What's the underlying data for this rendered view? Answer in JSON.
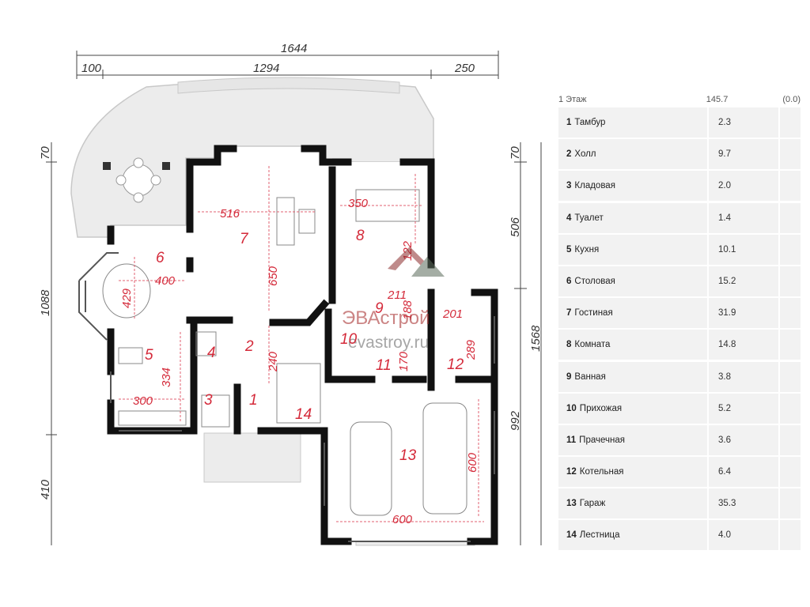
{
  "dimensions": {
    "top_total": "1644",
    "top_left": "100",
    "top_mid": "1294",
    "top_right": "250",
    "left_top": "70",
    "left_mid": "1088",
    "left_bottom": "410",
    "right_top": "70",
    "right_a": "506",
    "right_b": "992",
    "right_total": "1568"
  },
  "room_numbers": [
    "1",
    "2",
    "3",
    "4",
    "5",
    "6",
    "7",
    "8",
    "9",
    "10",
    "11",
    "12",
    "13",
    "14"
  ],
  "room_dims": [
    "516",
    "650",
    "350",
    "122",
    "400",
    "429",
    "240",
    "334",
    "300",
    "600",
    "600",
    "211",
    "188",
    "170",
    "289",
    "201"
  ],
  "watermark": {
    "brand": "ЭВАстрой",
    "site": "evastroy.ru"
  },
  "legend": {
    "floor": "1 Этаж",
    "total": "145.7",
    "extra": "(0.0)",
    "rooms": [
      {
        "num": "1",
        "name": "Тамбур",
        "area": "2.3"
      },
      {
        "num": "2",
        "name": "Холл",
        "area": "9.7"
      },
      {
        "num": "3",
        "name": "Кладовая",
        "area": "2.0"
      },
      {
        "num": "4",
        "name": "Туалет",
        "area": "1.4"
      },
      {
        "num": "5",
        "name": "Кухня",
        "area": "10.1"
      },
      {
        "num": "6",
        "name": "Столовая",
        "area": "15.2"
      },
      {
        "num": "7",
        "name": "Гостиная",
        "area": "31.9"
      },
      {
        "num": "8",
        "name": "Комната",
        "area": "14.8"
      },
      {
        "num": "9",
        "name": "Ванная",
        "area": "3.8"
      },
      {
        "num": "10",
        "name": "Прихожая",
        "area": "5.2"
      },
      {
        "num": "11",
        "name": "Прачечная",
        "area": "3.6"
      },
      {
        "num": "12",
        "name": "Котельная",
        "area": "6.4"
      },
      {
        "num": "13",
        "name": "Гараж",
        "area": "35.3"
      },
      {
        "num": "14",
        "name": "Лестница",
        "area": "4.0"
      }
    ]
  }
}
